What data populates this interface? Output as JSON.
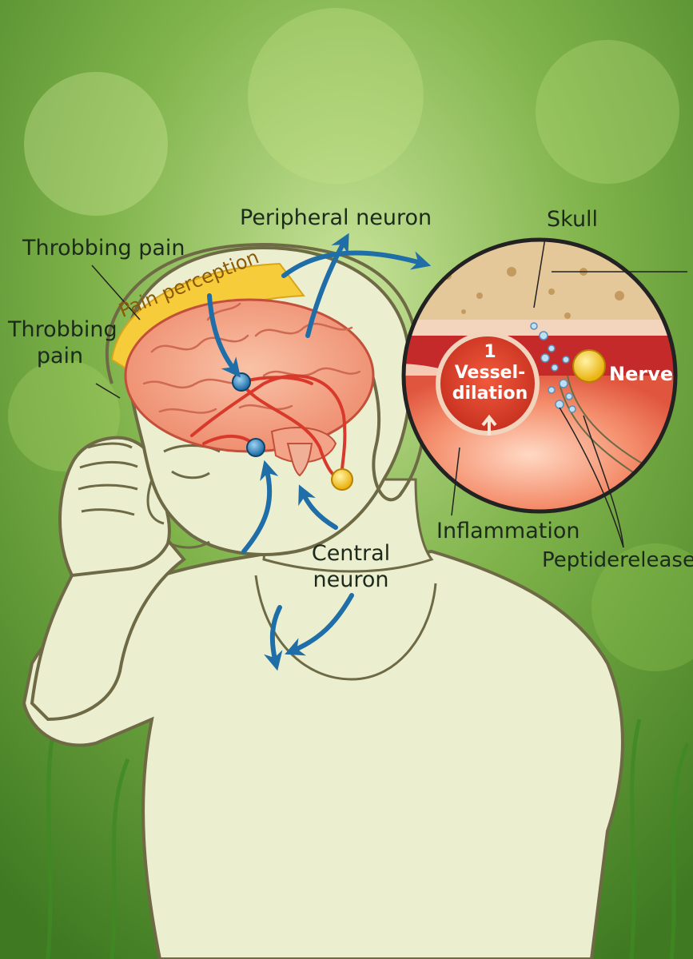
{
  "labels": {
    "peripheral_neuron": "Peripheral neuron",
    "skull": "Skull",
    "throbbing_pain_top": "Throbbing pain",
    "throbbing_pain_side_1": "Throbbing",
    "throbbing_pain_side_2": "pain",
    "pain_perception": "Pain perception",
    "central_neuron_1": "Central",
    "central_neuron_2": "neuron",
    "inflammation": "Inflammation",
    "peptide_release": "Peptiderelease",
    "nerve": "Nerve",
    "vessel_number": "1",
    "vessel_line_1": "Vessel-",
    "vessel_line_2": "dilation"
  },
  "colors": {
    "background_green": "#5f9a32",
    "figure_fill": "#ecefcf",
    "outline": "#6d6a45",
    "brain": "#f3a488",
    "arrow_blue": "#1f6ea8",
    "nerve_red": "#d9392b",
    "nerve_yellow": "#f5c21a",
    "pain_band": "#f6cc3a"
  }
}
